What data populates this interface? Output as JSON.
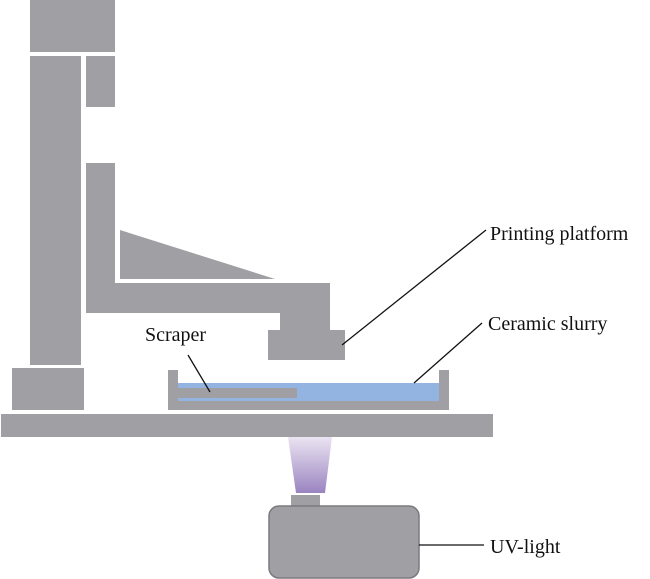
{
  "diagram": {
    "title": "Ceramic stereolithography (bottom-up DLP) printer schematic",
    "labels": {
      "printing_platform": "Printing platform",
      "ceramic_slurry": "Ceramic slurry",
      "scraper": "Scraper",
      "uv_light": "UV-light"
    },
    "colors": {
      "machine_gray": "#a0a0a4",
      "slurry_blue": "#93b3e0",
      "uv_beam_top": "#ebe4f2",
      "uv_beam_bottom": "#9a84c0",
      "uv_box_border": "#7a7a7e",
      "leader_line": "#111111"
    }
  }
}
